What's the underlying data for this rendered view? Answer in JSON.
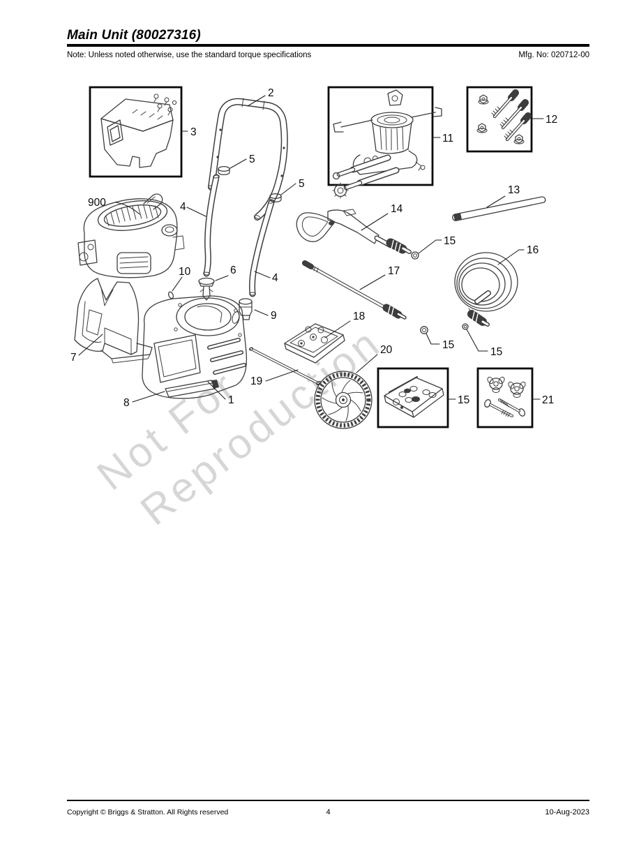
{
  "page": {
    "title": "Main Unit (80027316)",
    "note": "Note: Unless noted otherwise, use the standard torque specifications",
    "mfg_no": "Mfg. No: 020712-00",
    "watermark": {
      "line1": "Not For",
      "line2": "Reproduction"
    },
    "footer": {
      "copyright": "Copyright ©  Briggs & Stratton. All Rights reserved",
      "page_number": "4",
      "date": "10-Aug-2023"
    }
  },
  "diagram": {
    "callouts": [
      {
        "label": "3"
      },
      {
        "label": "2"
      },
      {
        "label": "5"
      },
      {
        "label": "5"
      },
      {
        "label": "11"
      },
      {
        "label": "12"
      },
      {
        "label": "13"
      },
      {
        "label": "900"
      },
      {
        "label": "4"
      },
      {
        "label": "14"
      },
      {
        "label": "15"
      },
      {
        "label": "16"
      },
      {
        "label": "10"
      },
      {
        "label": "6"
      },
      {
        "label": "4"
      },
      {
        "label": "17"
      },
      {
        "label": "9"
      },
      {
        "label": "18"
      },
      {
        "label": "15"
      },
      {
        "label": "15"
      },
      {
        "label": "7"
      },
      {
        "label": "20"
      },
      {
        "label": "8"
      },
      {
        "label": "1"
      },
      {
        "label": "19"
      },
      {
        "label": "15"
      },
      {
        "label": "21"
      }
    ]
  }
}
